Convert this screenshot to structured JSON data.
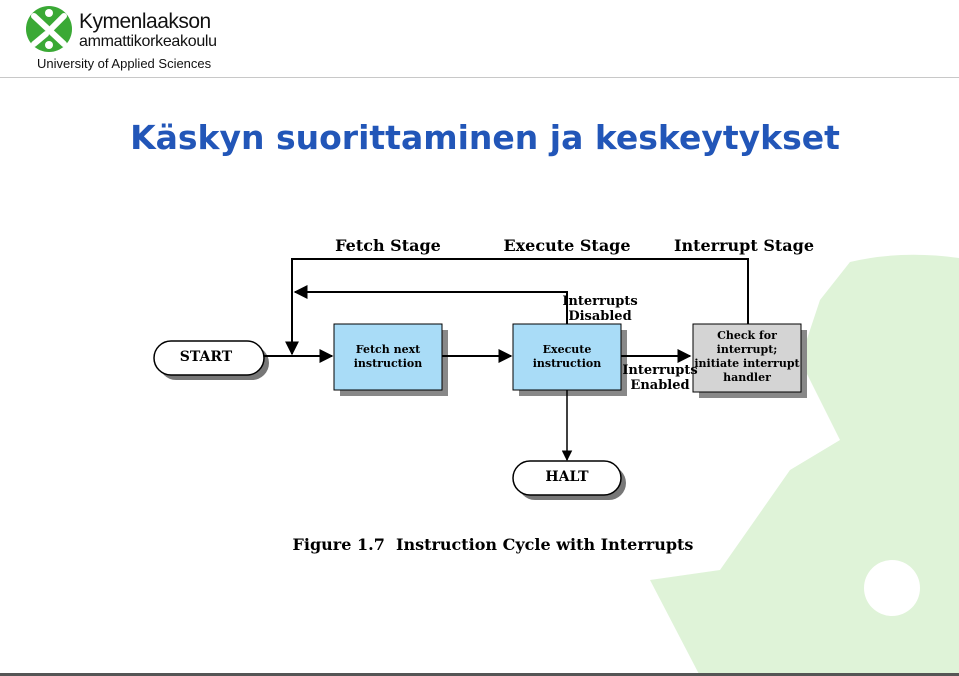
{
  "logo": {
    "line1": "Kymenlaakson",
    "line2": "ammattikorkeakoulu",
    "line3": "University of Applied Sciences"
  },
  "slide_title": "Käskyn suorittaminen ja keskeytykset",
  "diagram": {
    "stages": [
      "Fetch Stage",
      "Execute Stage",
      "Interrupt Stage"
    ],
    "start": "START",
    "halt": "HALT",
    "fetch_box": [
      "Fetch next",
      "instruction"
    ],
    "execute_box": [
      "Execute",
      "instruction"
    ],
    "interrupt_box": [
      "Check for",
      "interrupt;",
      "initiate interrupt",
      "handler"
    ],
    "interrupts_disabled": [
      "Interrupts",
      "Disabled"
    ],
    "interrupts_enabled": [
      "Interrupts",
      "Enabled"
    ],
    "caption": "Figure 1.7  Instruction Cycle with Interrupts"
  },
  "colors": {
    "title": "#2256b8",
    "logo_green": "#3aa935",
    "bg_shape": "#dff3d8",
    "process_box": "#a9dcf7",
    "interrupt_box": "#d4d4d4"
  }
}
